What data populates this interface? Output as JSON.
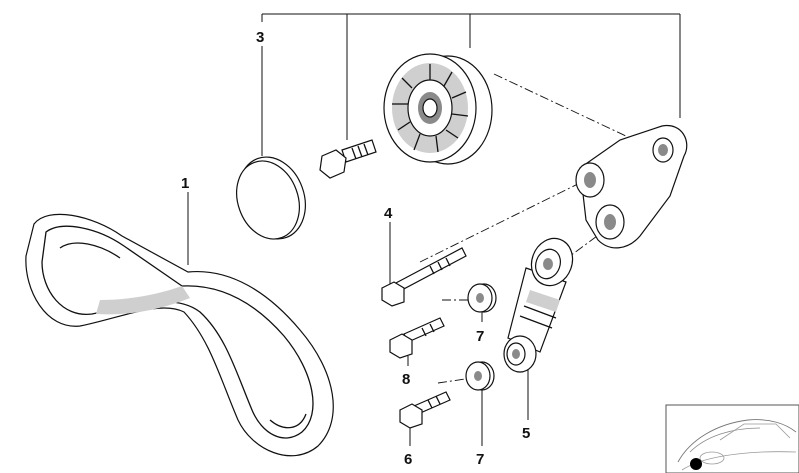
{
  "callouts": {
    "belt": "1",
    "cap": "3",
    "bolt_long": "4",
    "tensioner": "5",
    "bolt_lower": "6",
    "washer_upper": "7",
    "washer_lower": "7",
    "bolt_mid": "8"
  }
}
